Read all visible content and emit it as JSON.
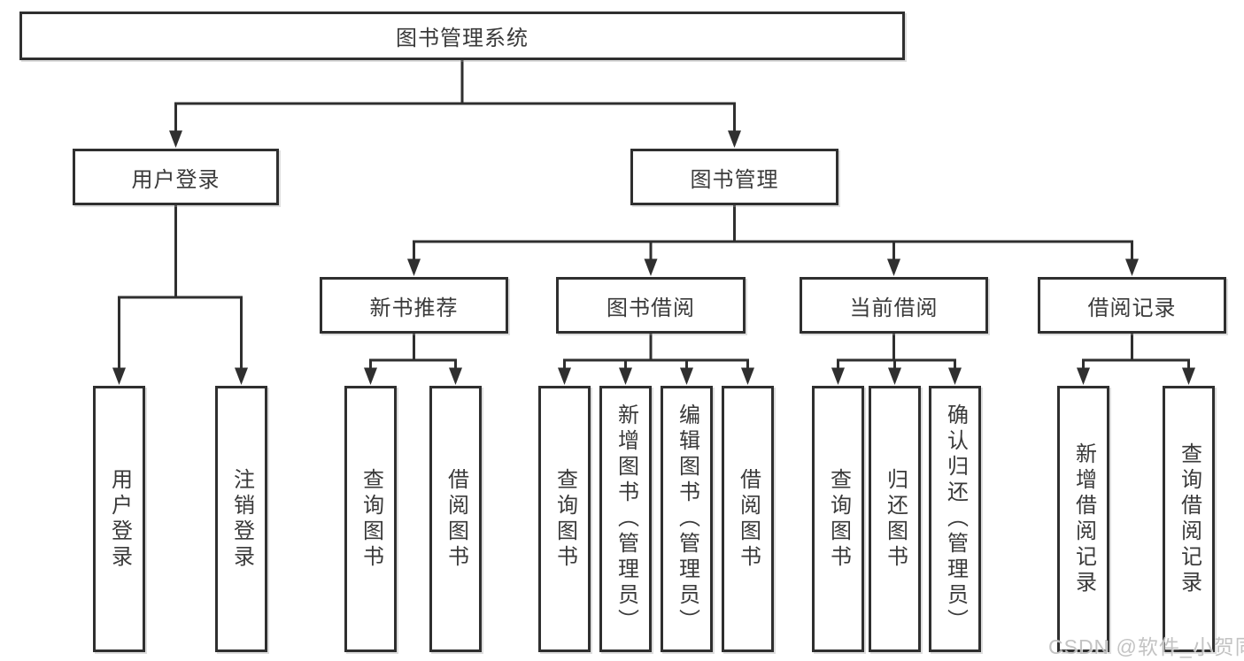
{
  "tree": {
    "root": "图书管理系统",
    "children": [
      {
        "label": "用户登录",
        "children": [
          "用户登录",
          "注销登录"
        ]
      },
      {
        "label": "图书管理",
        "children": [
          {
            "label": "新书推荐",
            "children": [
              "查询图书",
              "借阅图书"
            ]
          },
          {
            "label": "图书借阅",
            "children": [
              "查询图书",
              "新增图书（管理员）",
              "编辑图书（管理员）",
              "借阅图书"
            ]
          },
          {
            "label": "当前借阅",
            "children": [
              "查询图书",
              "归还图书",
              "确认归还（管理员）"
            ]
          },
          {
            "label": "借阅记录",
            "children": [
              "新增借阅记录",
              "查询借阅记录"
            ]
          }
        ]
      }
    ]
  },
  "watermark": {
    "text": "CSDN @软件_小贺同学"
  },
  "colors": {
    "line": "#2f2f2f",
    "text": "#3a3a3a",
    "background": "#ffffff",
    "watermark": "#c0c0c0"
  }
}
